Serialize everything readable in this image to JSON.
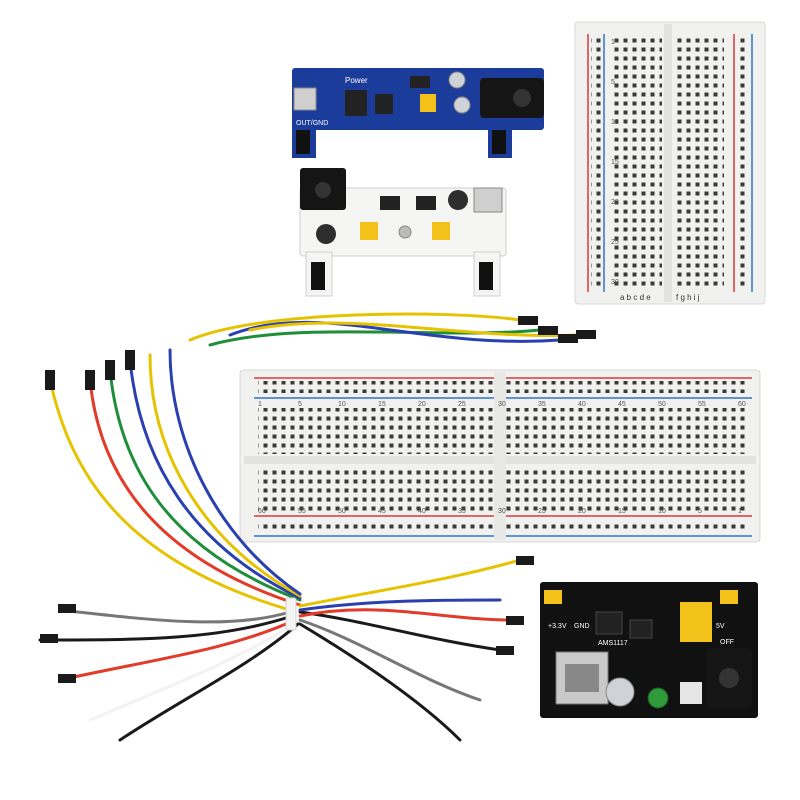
{
  "scene": {
    "background": "#ffffff",
    "colors": {
      "board_blue": "#1c3c9c",
      "board_black": "#111111",
      "breadboard": "#f1f1ef",
      "rail_red": "#d93a3a",
      "rail_blue": "#2f74c9",
      "header_yellow": "#f2c21a",
      "wire_colors": [
        "#e6c300",
        "#2a3fb0",
        "#1f8e3a",
        "#e23b2a",
        "#777777",
        "#1a1a1a",
        "#f2f2f2"
      ]
    },
    "blue_module": {
      "labels": {
        "top": "Power",
        "side": "OUT/GND"
      }
    },
    "white_module": {
      "labels": {
        "a": "",
        "b": ""
      }
    },
    "tall_breadboard": {
      "numbers": [
        "1",
        "5",
        "10",
        "15",
        "20",
        "25",
        "30"
      ],
      "labels_bottom": "a b c d e",
      "labels_bottom_right": "f g h i j"
    },
    "wide_breadboard": {
      "numbers_top": [
        "1",
        "5",
        "10",
        "15",
        "20",
        "25",
        "30",
        "35",
        "40",
        "45",
        "50",
        "55",
        "60"
      ],
      "numbers_bottom": [
        "60",
        "55",
        "50",
        "45",
        "40",
        "35",
        "30",
        "25",
        "20",
        "15",
        "10",
        "5",
        "1"
      ]
    },
    "black_module": {
      "labels": {
        "a": "+3.3V",
        "b": "GND",
        "c": "5V",
        "d": "OFF",
        "e": "AMS1117"
      }
    }
  }
}
